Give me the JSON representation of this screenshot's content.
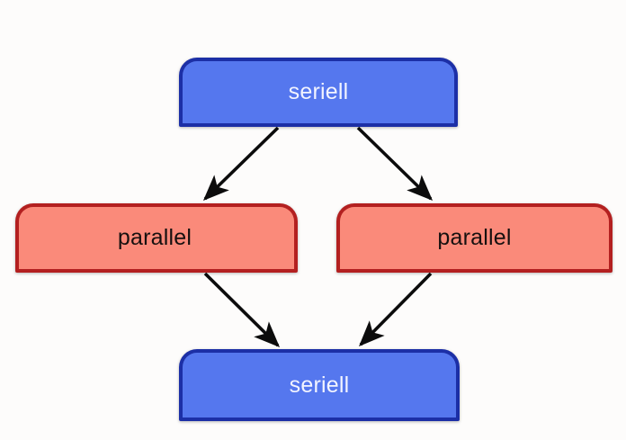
{
  "diagram": {
    "type": "flowchart",
    "background_color": "#fdfcfb",
    "nodes": [
      {
        "id": "seriell-top",
        "label": "seriell",
        "kind": "serial",
        "fill_color": "#5577ee",
        "border_color": "#1c2fa6",
        "text_color": "#f2f4ff"
      },
      {
        "id": "parallel-left",
        "label": "parallel",
        "kind": "parallel",
        "fill_color": "#fa8a7a",
        "border_color": "#b32020",
        "text_color": "#15100f"
      },
      {
        "id": "parallel-right",
        "label": "parallel",
        "kind": "parallel",
        "fill_color": "#fa8a7a",
        "border_color": "#b32020",
        "text_color": "#15100f"
      },
      {
        "id": "seriell-bottom",
        "label": "seriell",
        "kind": "serial",
        "fill_color": "#5577ee",
        "border_color": "#1c2fa6",
        "text_color": "#f2f4ff"
      }
    ],
    "edges": [
      {
        "id": "edge-top-to-left",
        "from": "seriell-top",
        "to": "parallel-left",
        "color": "#0c0c0c",
        "arrowhead": "filled-triangle"
      },
      {
        "id": "edge-top-to-right",
        "from": "seriell-top",
        "to": "parallel-right",
        "color": "#0c0c0c",
        "arrowhead": "filled-triangle"
      },
      {
        "id": "edge-left-to-bottom",
        "from": "parallel-left",
        "to": "seriell-bottom",
        "color": "#0c0c0c",
        "arrowhead": "filled-triangle"
      },
      {
        "id": "edge-right-to-bottom",
        "from": "parallel-right",
        "to": "seriell-bottom",
        "color": "#0c0c0c",
        "arrowhead": "filled-triangle"
      }
    ]
  }
}
